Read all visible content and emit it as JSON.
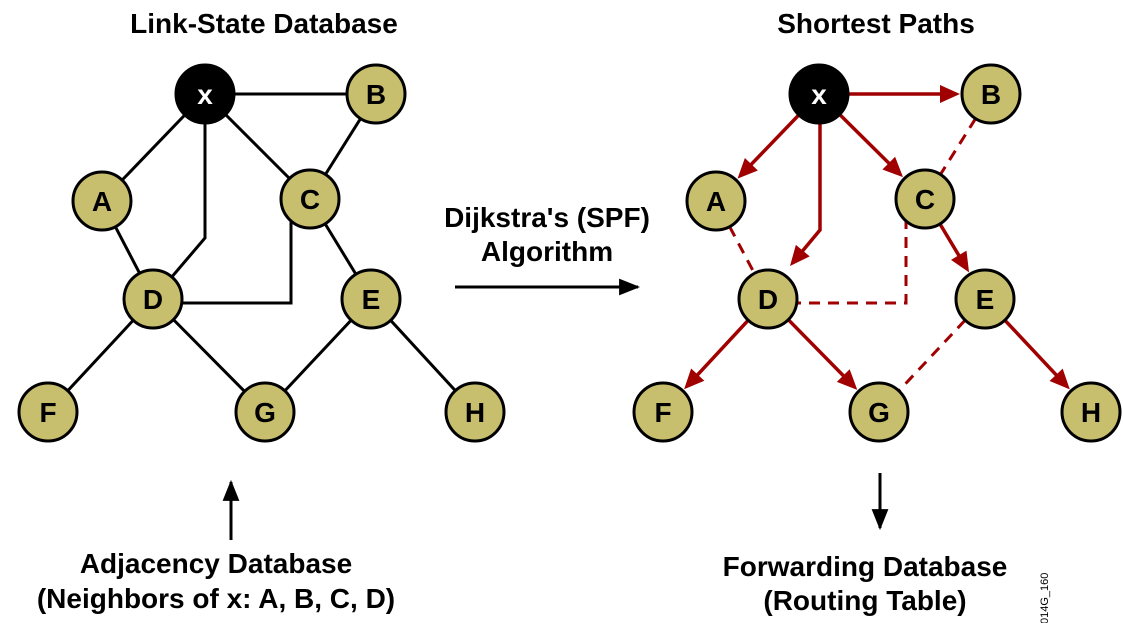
{
  "diagram": {
    "left_title": "Link-State Database",
    "right_title": "Shortest Paths",
    "algorithm": [
      "Dijkstra's (SPF)",
      "Algorithm"
    ],
    "adjacency": [
      "Adjacency Database",
      "(Neighbors of x: A, B, C, D)"
    ],
    "forwarding": [
      "Forwarding Database",
      "(Routing Table)"
    ],
    "figure_id": "014G_160",
    "colors": {
      "node_fill": "#c7be6e",
      "root_fill": "#000000",
      "edge": "#000000",
      "path": "#a00000"
    },
    "nodes": [
      {
        "id": "x",
        "label": "x",
        "root": true
      },
      {
        "id": "A",
        "label": "A"
      },
      {
        "id": "B",
        "label": "B"
      },
      {
        "id": "C",
        "label": "C"
      },
      {
        "id": "D",
        "label": "D"
      },
      {
        "id": "E",
        "label": "E"
      },
      {
        "id": "F",
        "label": "F"
      },
      {
        "id": "G",
        "label": "G"
      },
      {
        "id": "H",
        "label": "H"
      }
    ],
    "edges": [
      {
        "from": "x",
        "to": "A"
      },
      {
        "from": "x",
        "to": "B"
      },
      {
        "from": "x",
        "to": "C"
      },
      {
        "from": "x",
        "to": "D"
      },
      {
        "from": "A",
        "to": "D"
      },
      {
        "from": "B",
        "to": "C"
      },
      {
        "from": "C",
        "to": "D"
      },
      {
        "from": "C",
        "to": "E"
      },
      {
        "from": "D",
        "to": "F"
      },
      {
        "from": "D",
        "to": "G"
      },
      {
        "from": "E",
        "to": "G"
      },
      {
        "from": "E",
        "to": "H"
      }
    ],
    "shortest_path_tree": [
      {
        "from": "x",
        "to": "A"
      },
      {
        "from": "x",
        "to": "B"
      },
      {
        "from": "x",
        "to": "C"
      },
      {
        "from": "x",
        "to": "D"
      },
      {
        "from": "C",
        "to": "E"
      },
      {
        "from": "D",
        "to": "F"
      },
      {
        "from": "D",
        "to": "G"
      },
      {
        "from": "E",
        "to": "H"
      }
    ],
    "unused_links": [
      {
        "from": "A",
        "to": "D"
      },
      {
        "from": "B",
        "to": "C"
      },
      {
        "from": "C",
        "to": "D"
      },
      {
        "from": "E",
        "to": "G"
      }
    ]
  }
}
